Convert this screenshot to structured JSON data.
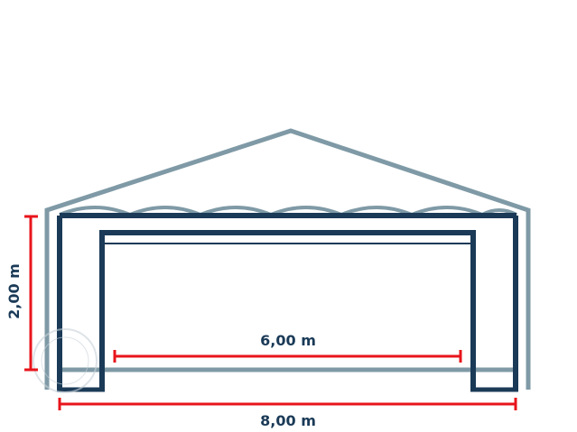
{
  "dimensions": {
    "height_label": "2,00 m",
    "inner_width_label": "6,00 m",
    "outer_width_label": "8,00 m"
  },
  "colors": {
    "frame_outer": "#7f9aa6",
    "frame_inner": "#1a3a57",
    "dimension_line": "#e8141b",
    "label_text": "#1a3a57",
    "watermark": "#c8d2d8"
  },
  "watermark_icon": "brand-watermark-icon"
}
